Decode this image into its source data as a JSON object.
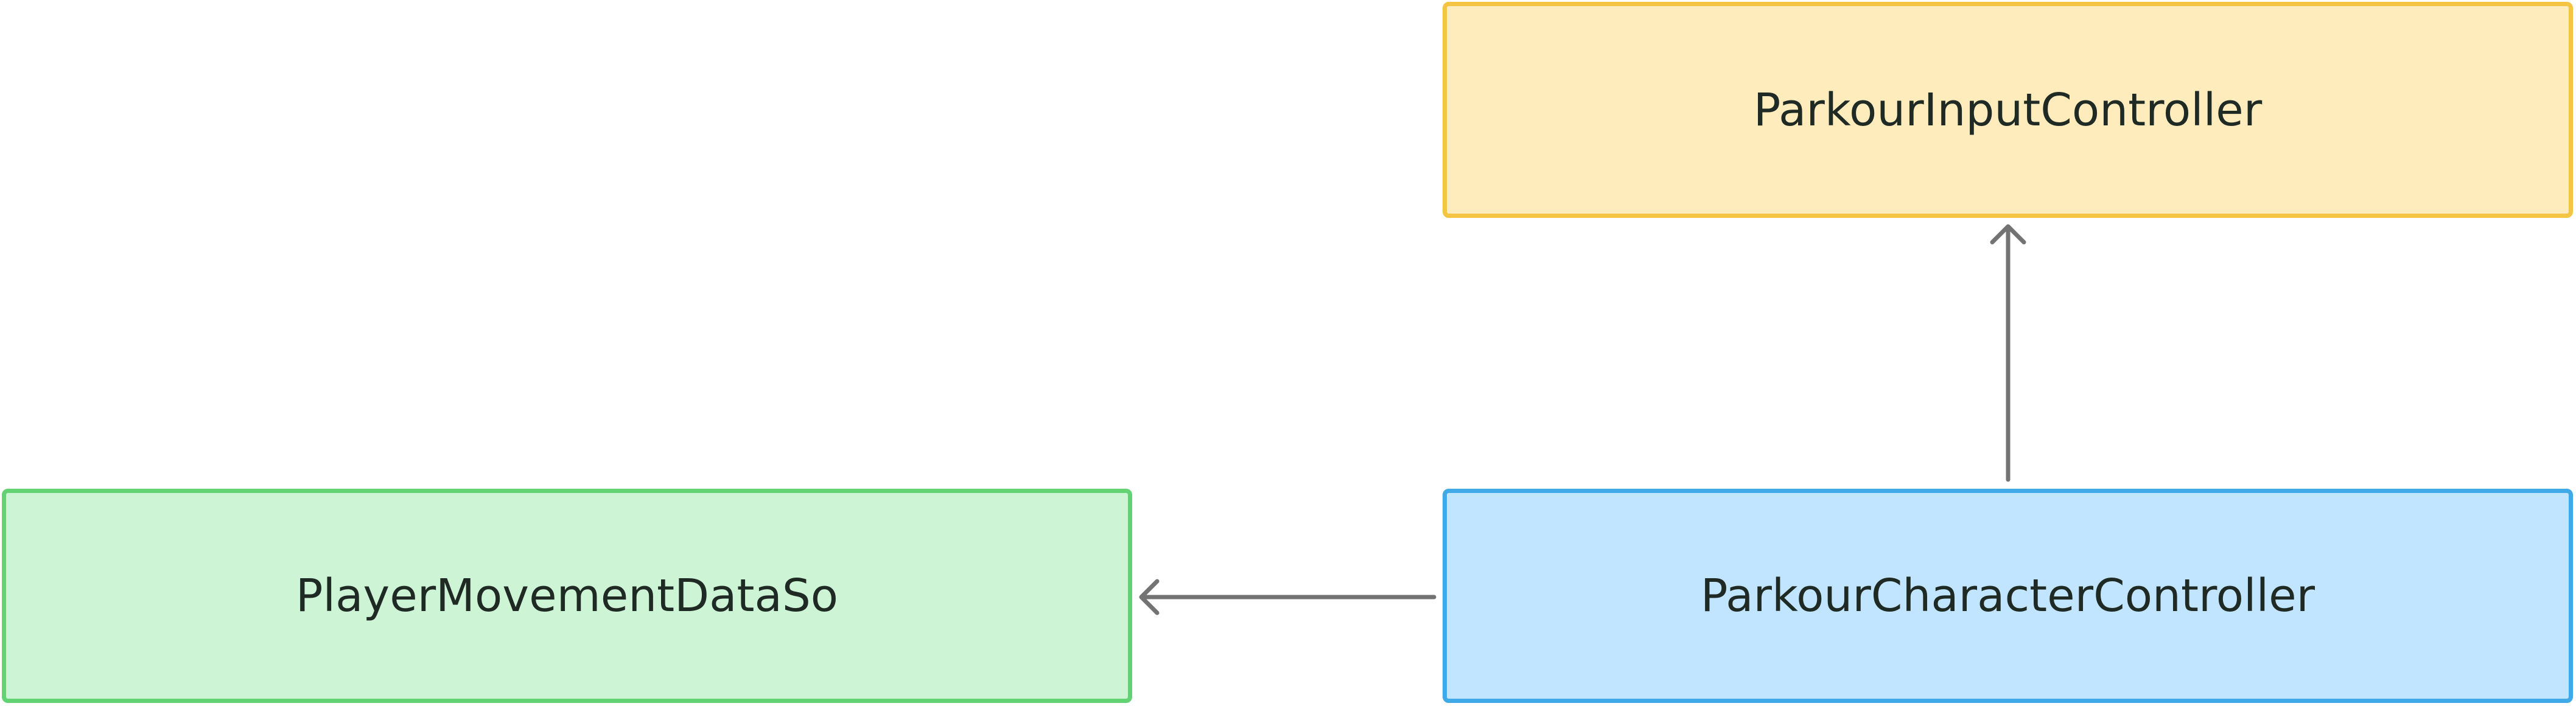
{
  "diagram": {
    "nodes": {
      "input_controller": {
        "label": "ParkourInputController",
        "fill": "#ffecbd",
        "border": "#f6c443"
      },
      "character_controller": {
        "label": "ParkourCharacterController",
        "fill": "#c2e5ff",
        "border": "#40a9e8"
      },
      "movement_data": {
        "label": "PlayerMovementDataSo",
        "fill": "#cdf4d4",
        "border": "#62d272"
      }
    },
    "edges": [
      {
        "from": "character_controller",
        "to": "input_controller"
      },
      {
        "from": "character_controller",
        "to": "movement_data"
      }
    ],
    "edge_color": "#737373"
  }
}
